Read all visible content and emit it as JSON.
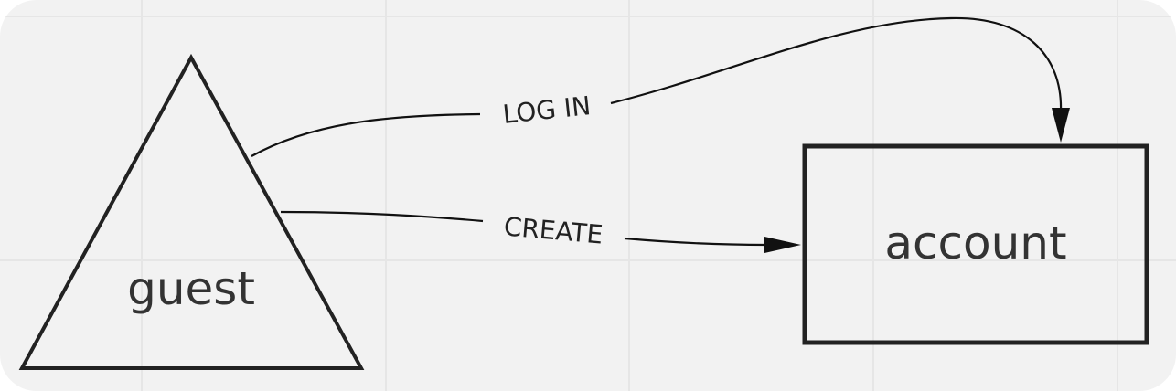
{
  "diagram": {
    "background": "#f2f2f2",
    "grid_color": "#e6e6e6",
    "nodes": [
      {
        "id": "guest",
        "shape": "triangle",
        "label": "guest"
      },
      {
        "id": "account",
        "shape": "rectangle",
        "label": "account"
      }
    ],
    "edges": [
      {
        "from": "guest",
        "to": "account",
        "label": "LOG IN"
      },
      {
        "from": "guest",
        "to": "account",
        "label": "CREATE"
      }
    ]
  }
}
